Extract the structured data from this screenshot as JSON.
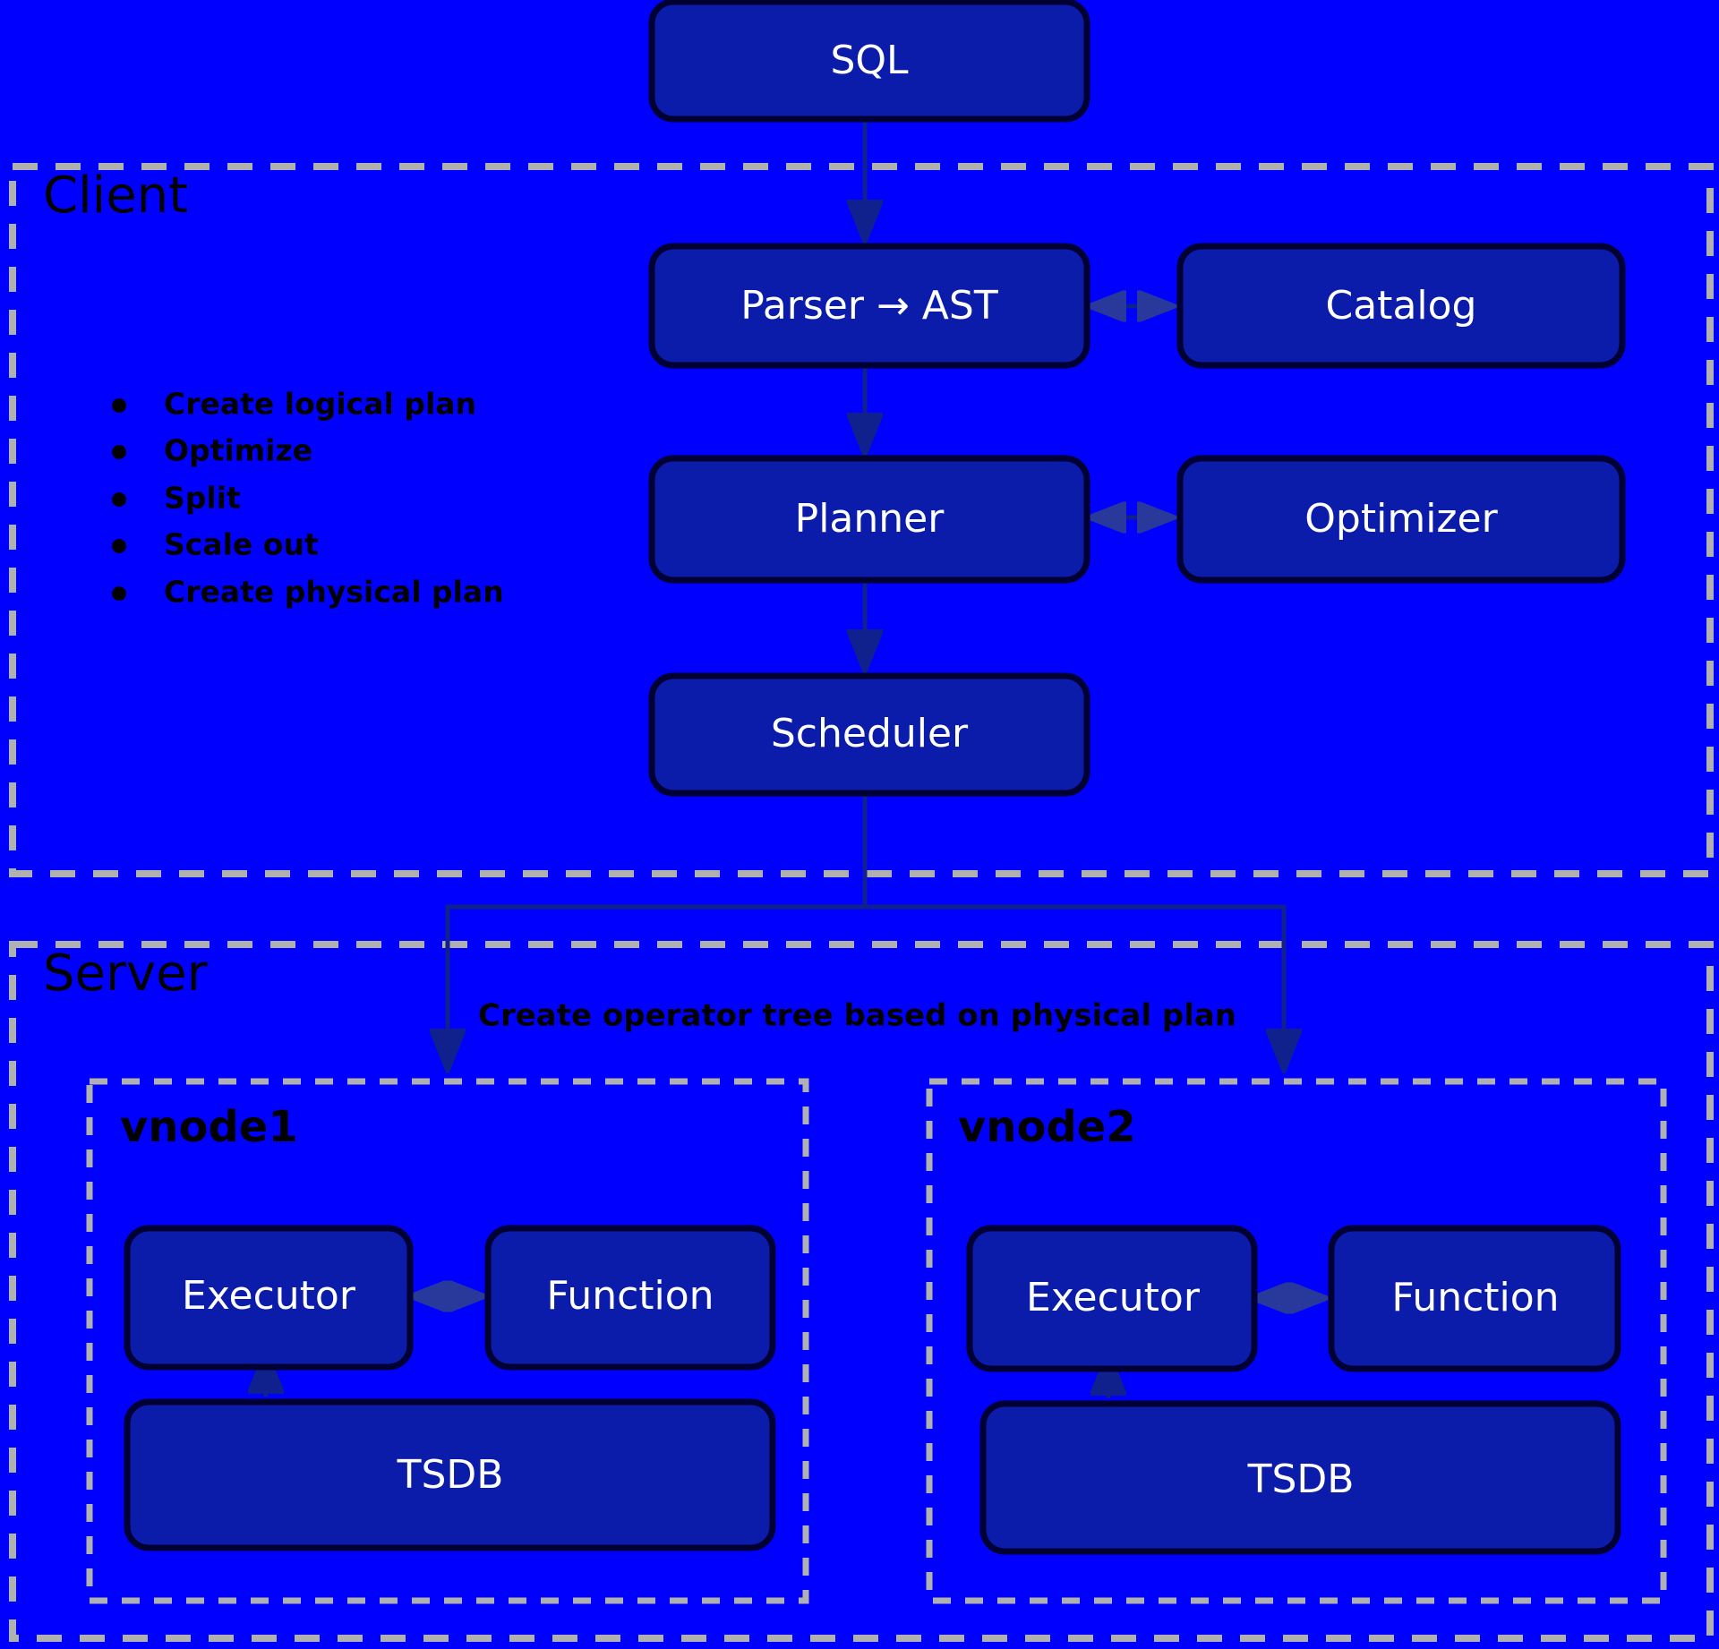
{
  "colors": {
    "background": "#0000FF",
    "node_fill": "#0B1BAA",
    "node_stroke": "#000033",
    "node_text": "#FFFFFF",
    "group_border": "#B0B0B0",
    "group_text": "#000000",
    "edge": "#10208C"
  },
  "title_node": {
    "label": "SQL"
  },
  "client": {
    "label": "Client",
    "bullets": [
      "Create logical plan",
      "Optimize",
      "Split",
      "Scale out",
      "Create physical plan"
    ],
    "nodes": {
      "parser": "Parser → AST",
      "catalog": "Catalog",
      "planner": "Planner",
      "optimizer": "Optimizer",
      "scheduler": "Scheduler"
    }
  },
  "server": {
    "label": "Server",
    "annotation": "Create operator tree based on physical plan",
    "vnodes": [
      {
        "label": "vnode1",
        "executor": "Executor",
        "function": "Function",
        "tsdb": "TSDB"
      },
      {
        "label": "vnode2",
        "executor": "Executor",
        "function": "Function",
        "tsdb": "TSDB"
      }
    ]
  }
}
